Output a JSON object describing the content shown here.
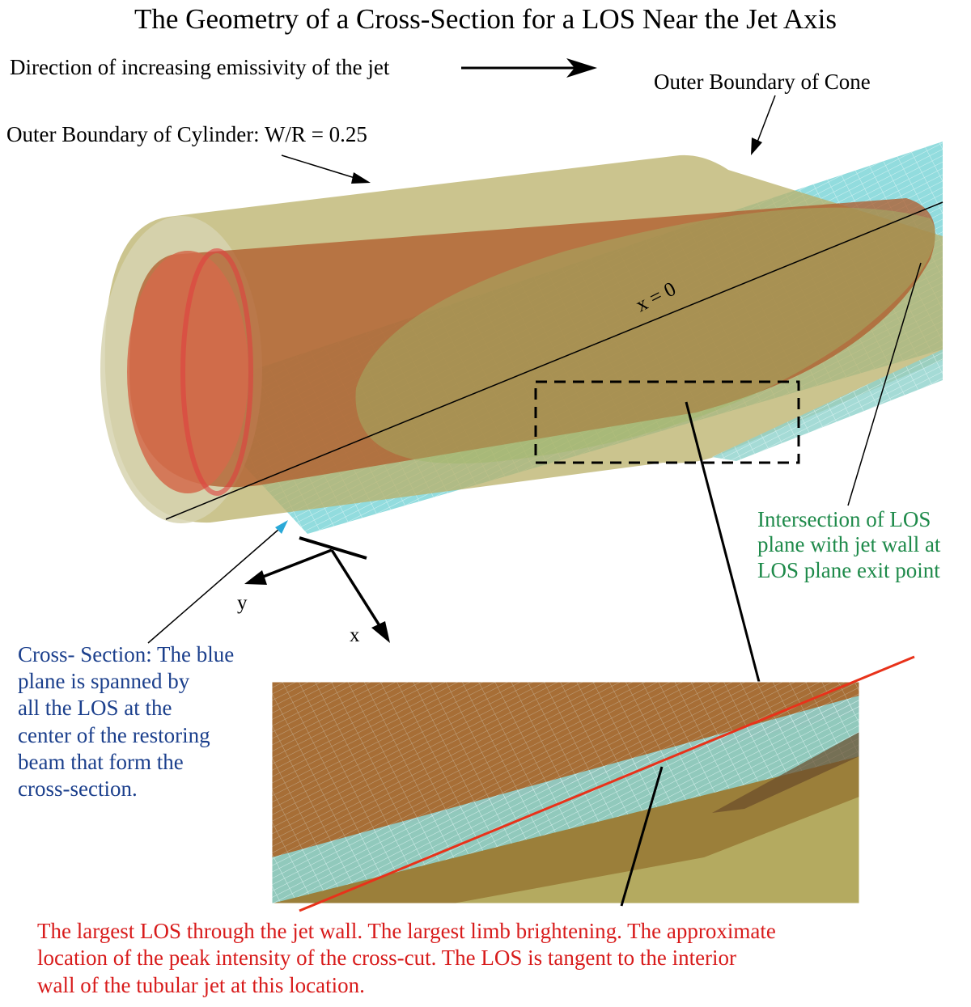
{
  "title": "The Geometry of a Cross-Section for a LOS Near the Jet Axis",
  "labels": {
    "direction": "Direction of increasing emissivity of the jet",
    "outer_cone": "Outer Boundary of Cone",
    "outer_cylinder": "Outer Boundary of Cylinder: W/R = 0.25",
    "x_zero": "x = 0",
    "axis_y": "y",
    "axis_x": "x"
  },
  "intersection_note": [
    "Intersection of LOS",
    "plane with jet wall at",
    "LOS plane exit point"
  ],
  "cross_section_note": [
    "Cross- Section: The blue",
    "plane is spanned by",
    "all the LOS at the",
    "center of the restoring",
    "beam that form the",
    "cross-section."
  ],
  "caption": [
    "The largest LOS through the jet wall. The largest limb brightening. The approximate",
    "location of the peak intensity of the cross-cut. The LOS is tangent to the interior",
    "wall of the tubular jet at this location."
  ],
  "colors": {
    "cylinder": "#b9b068",
    "cone": "#b05a2a",
    "plane": "#7fd6d8",
    "plane_grid": "#e6f7f7",
    "intersection_text": "#1e8a4a",
    "cross_section_text": "#1b3f8c",
    "caption_text": "#d81b1b",
    "los_line": "#e8321a"
  }
}
